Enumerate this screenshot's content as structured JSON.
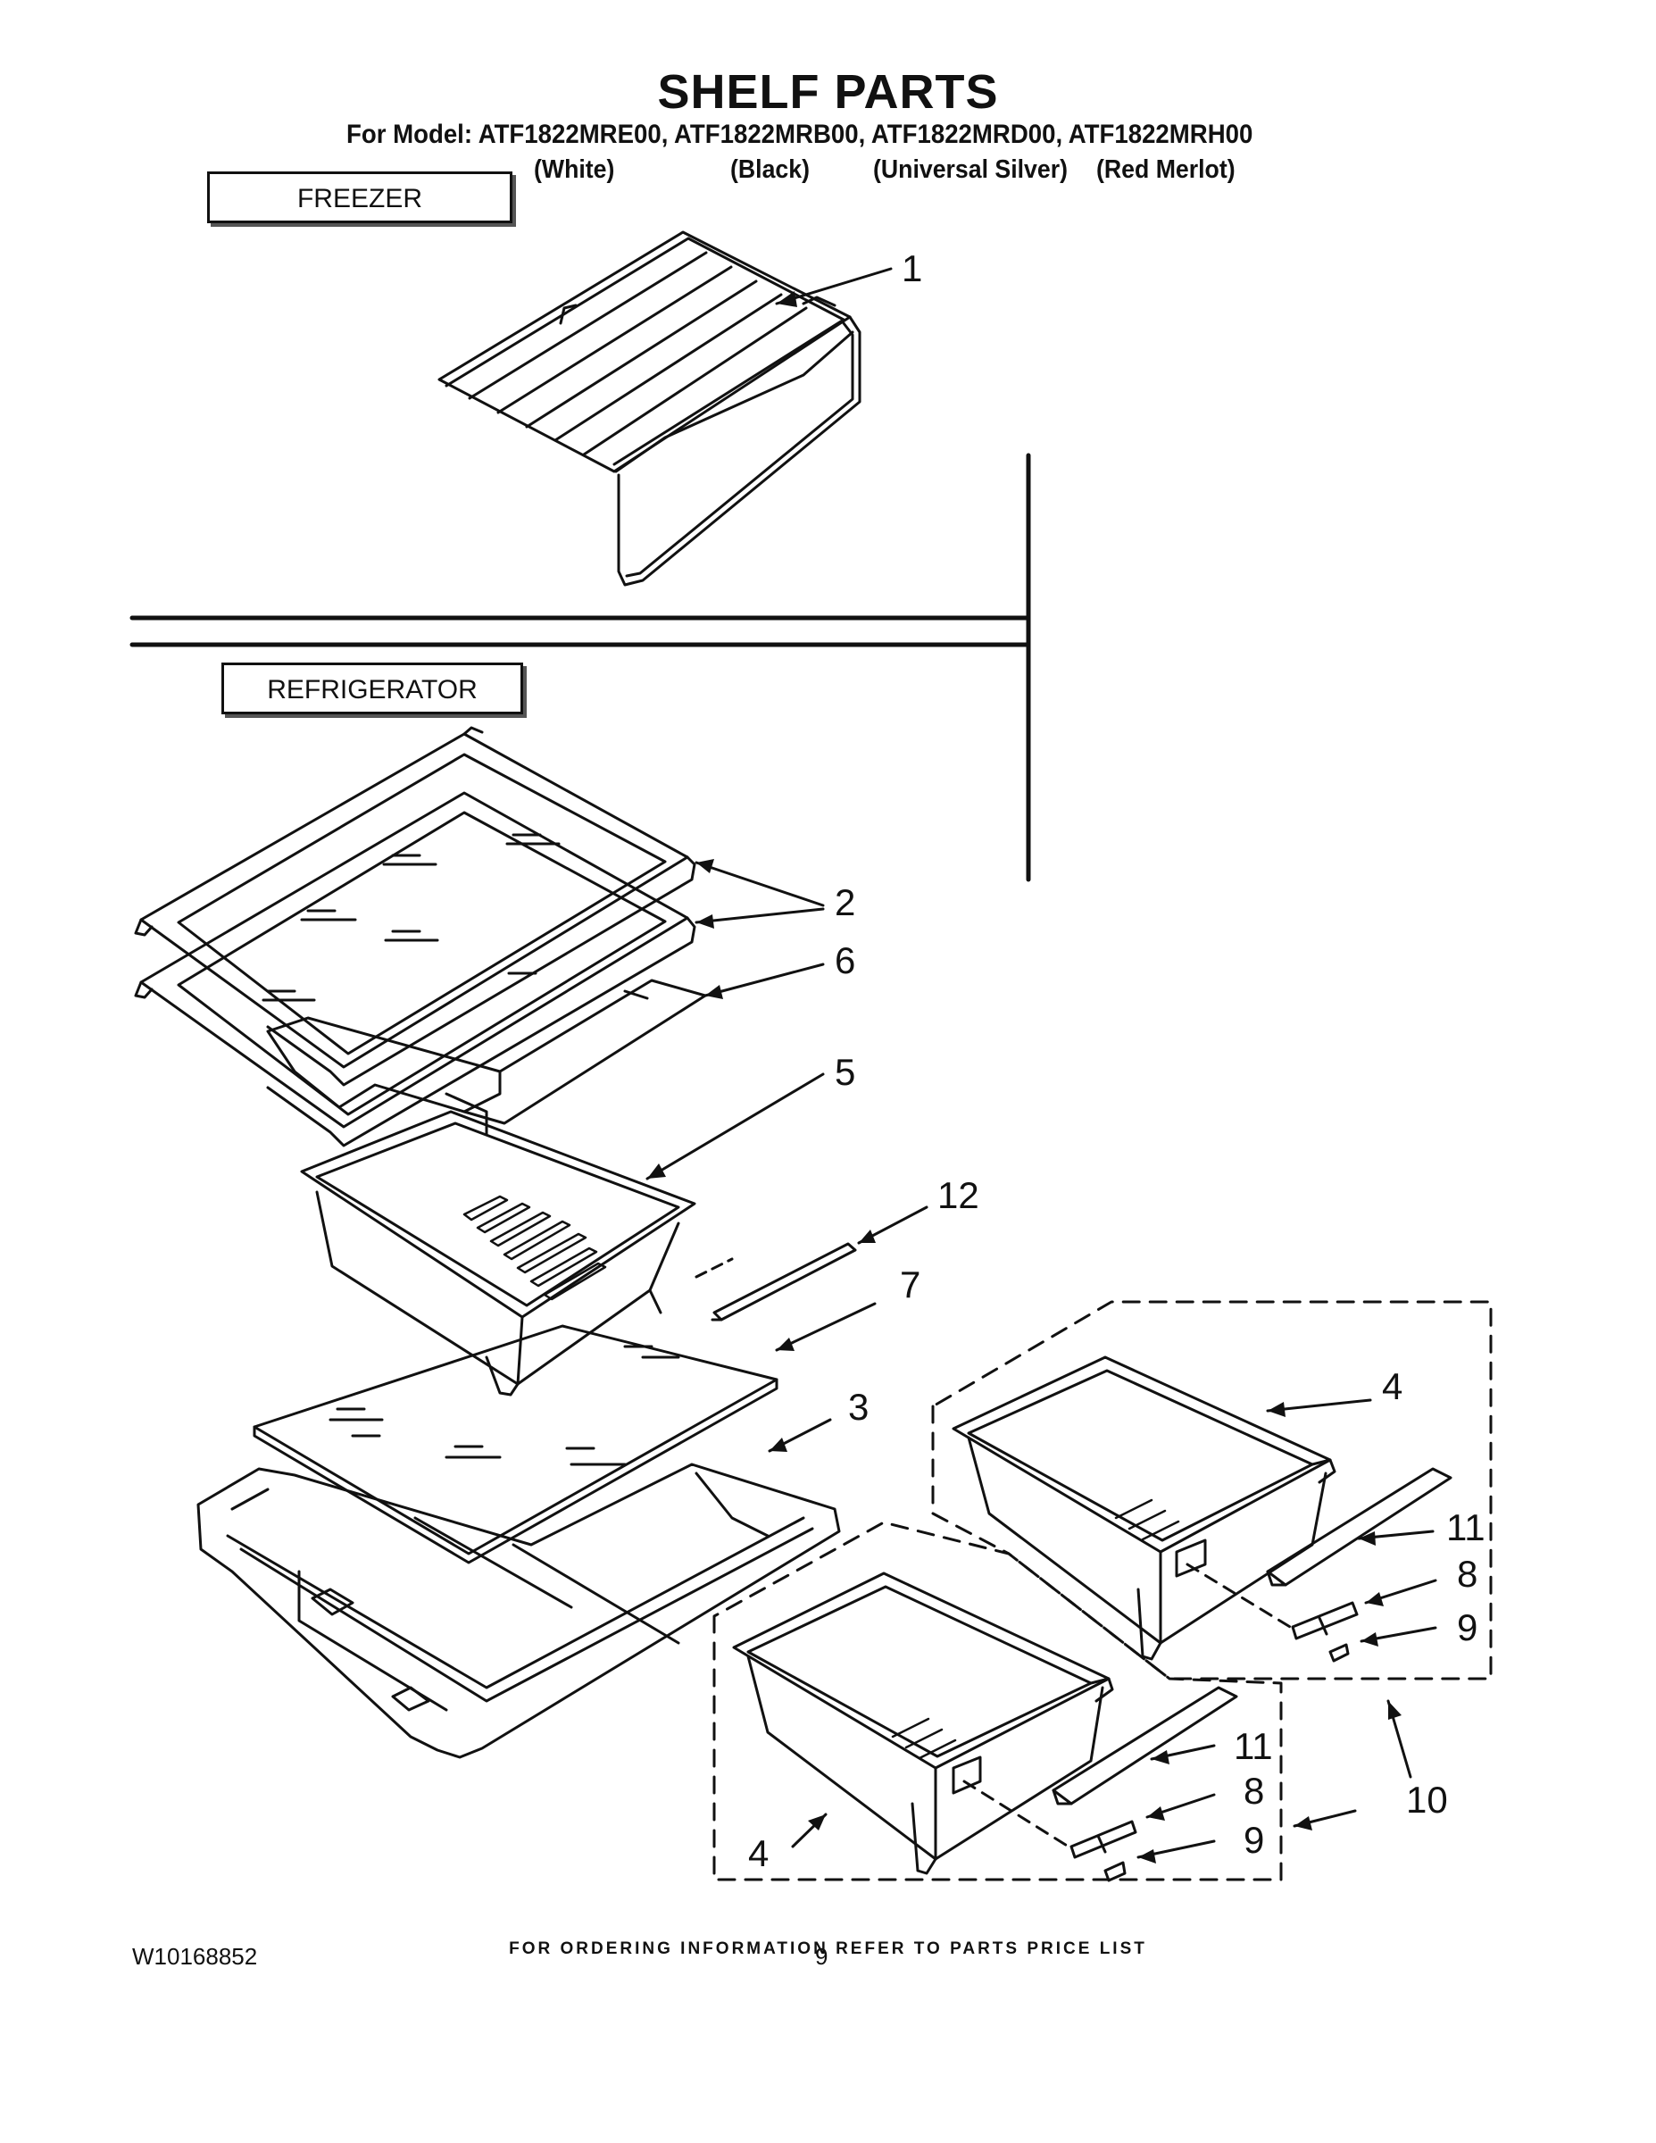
{
  "header": {
    "title": "SHELF PARTS",
    "model_line": "For Model: ATF1822MRE00, ATF1822MRB00, ATF1822MRD00, ATF1822MRH00",
    "colors": [
      "(White)",
      "(Black)",
      "(Universal Silver)",
      "(Red Merlot)"
    ]
  },
  "sections": {
    "freezer": "FREEZER",
    "refrigerator": "REFRIGERATOR"
  },
  "callouts": [
    "1",
    "2",
    "6",
    "5",
    "12",
    "7",
    "3",
    "4",
    "11",
    "8",
    "9",
    "10",
    "4",
    "11",
    "8",
    "9"
  ],
  "footer": {
    "ordering_note": "FOR ORDERING INFORMATION REFER TO PARTS PRICE LIST",
    "document_number": "W10168852",
    "page_number": "9"
  }
}
